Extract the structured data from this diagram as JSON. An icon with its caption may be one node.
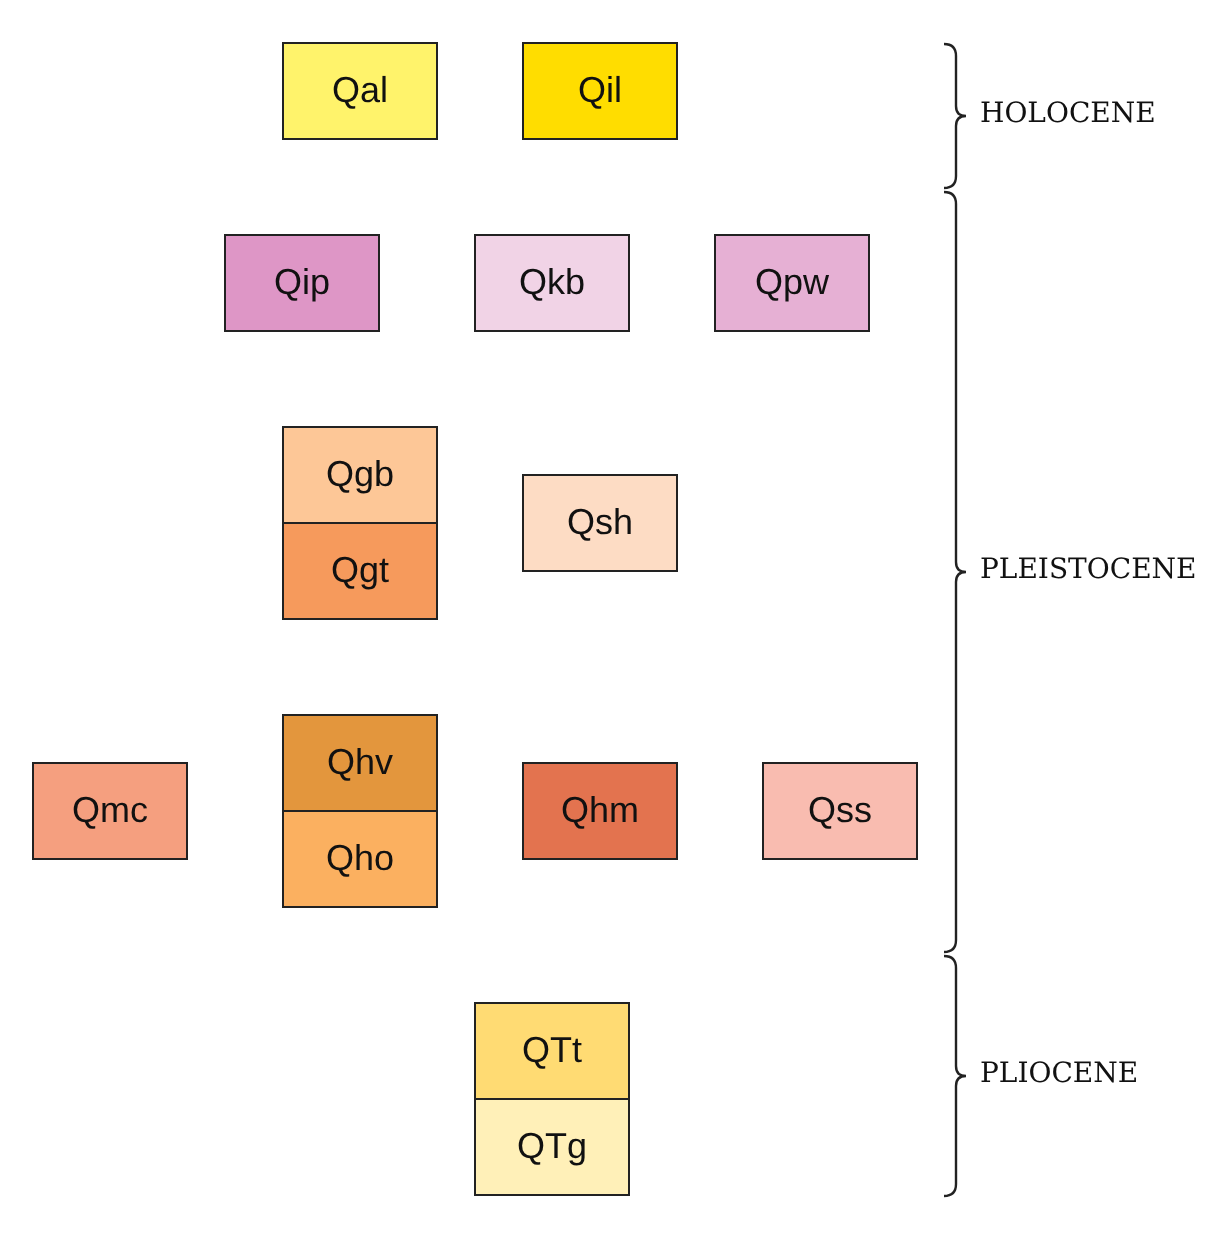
{
  "diagram": {
    "nodes": [
      {
        "text": [
          "Qal"
        ]
      },
      {
        "text": [
          "Qil"
        ]
      },
      {
        "text": [
          "Qip"
        ]
      },
      {
        "text": [
          "Qkb"
        ]
      },
      {
        "text": [
          "Qpw"
        ]
      },
      {
        "text": [
          "Qgb"
        ]
      },
      {
        "text": [
          "Qgt"
        ]
      },
      {
        "text": [
          "Qsh"
        ]
      },
      {
        "text": [
          "Qmc"
        ]
      },
      {
        "text": [
          "Qhv"
        ]
      },
      {
        "text": [
          "Qho"
        ]
      },
      {
        "text": [
          "Qhm"
        ]
      },
      {
        "text": [
          "Qss"
        ]
      },
      {
        "text": [
          "QTt"
        ]
      },
      {
        "text": [
          "QTg"
        ]
      }
    ],
    "edges": [],
    "labels": [
      "HOLOCENE",
      "PLEISTOCENE",
      "PLIOCENE"
    ]
  }
}
